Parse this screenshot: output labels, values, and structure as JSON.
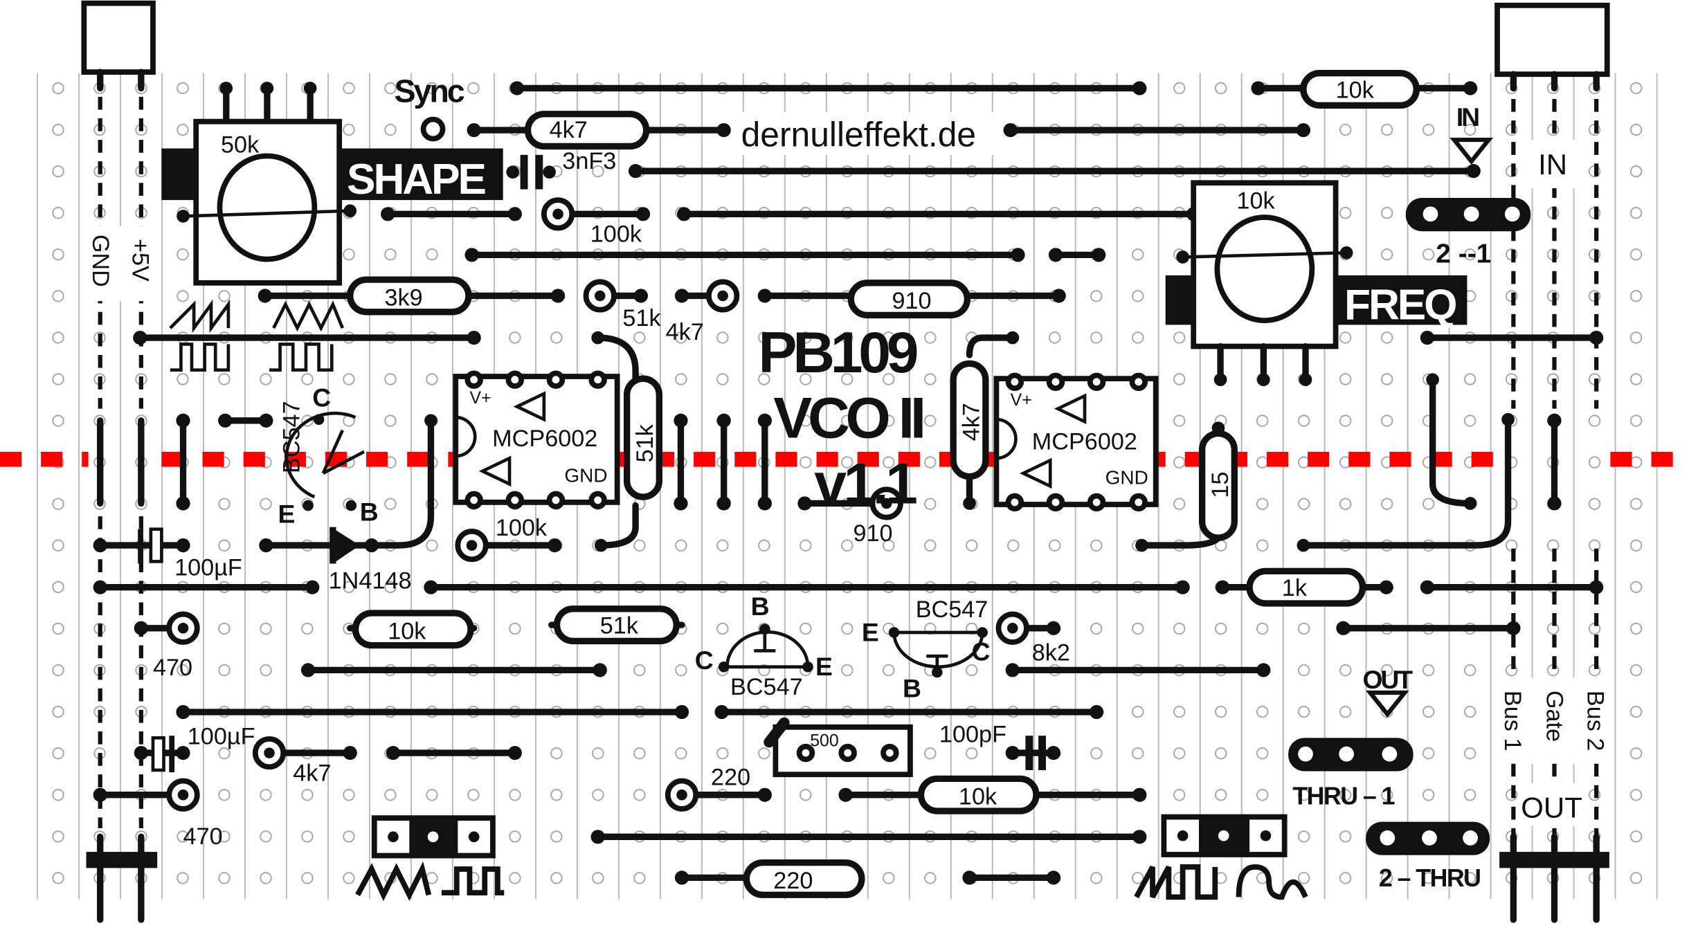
{
  "title": {
    "line1": "PB109",
    "line2": "VCO II",
    "line3": "v1.1"
  },
  "website": "dernulleffekt.de",
  "sync_label": "Sync",
  "controls": {
    "shape_pot_value": "50k",
    "shape_label": "SHAPE",
    "freq_pot_value": "10k",
    "freq_label": "FREQ",
    "trimmer_value": "500"
  },
  "power": {
    "gnd": "GND",
    "v5": "+5V"
  },
  "bus": {
    "bus1": "Bus 1",
    "gate": "Gate",
    "bus2": "Bus 2",
    "in": "IN",
    "out": "OUT"
  },
  "jack": {
    "in": "IN",
    "out": "OUT"
  },
  "jumpers": {
    "in_select": "2 --1",
    "thru1": "THRU – 1",
    "thru2": "2 – THRU"
  },
  "ics": [
    {
      "name": "MCP6002",
      "vplus": "V+",
      "gnd": "GND"
    },
    {
      "name": "MCP6002",
      "vplus": "V+",
      "gnd": "GND"
    }
  ],
  "transistors": [
    {
      "type": "BC547",
      "c": "C",
      "b": "B",
      "e": "E"
    },
    {
      "type": "BC547",
      "c": "C",
      "b": "B",
      "e": "E"
    },
    {
      "type": "BC547",
      "c": "C",
      "b": "B",
      "e": "E"
    }
  ],
  "parts": {
    "r_10k_top": "10k",
    "r_4k7_top": "4k7",
    "c_3nf3": "3nF3",
    "r_100k_a": "100k",
    "r_3k9": "3k9",
    "r_51k_a": "51k",
    "r_4k7_a": "4k7",
    "r_910_a": "910",
    "r_51k_v": "51k",
    "r_4k7_v": "4k7",
    "r_910_b": "910",
    "r_15": "15",
    "c_100uf_a": "100µF",
    "d_1n4148": "1N4148",
    "r_100k_b": "100k",
    "r_1k": "1k",
    "r_470_a": "470",
    "r_10k_b": "10k",
    "r_51k_b": "51k",
    "r_8k2": "8k2",
    "c_100uf_b": "100µF",
    "r_4k7_b": "4k7",
    "c_100pf": "100pF",
    "r_470_b": "470",
    "r_220_a": "220",
    "r_10k_c": "10k",
    "r_220_b": "220"
  },
  "colors": {
    "trace_cut": "#ff0000",
    "ink": "#111111",
    "strip": "#bbbbbb"
  }
}
